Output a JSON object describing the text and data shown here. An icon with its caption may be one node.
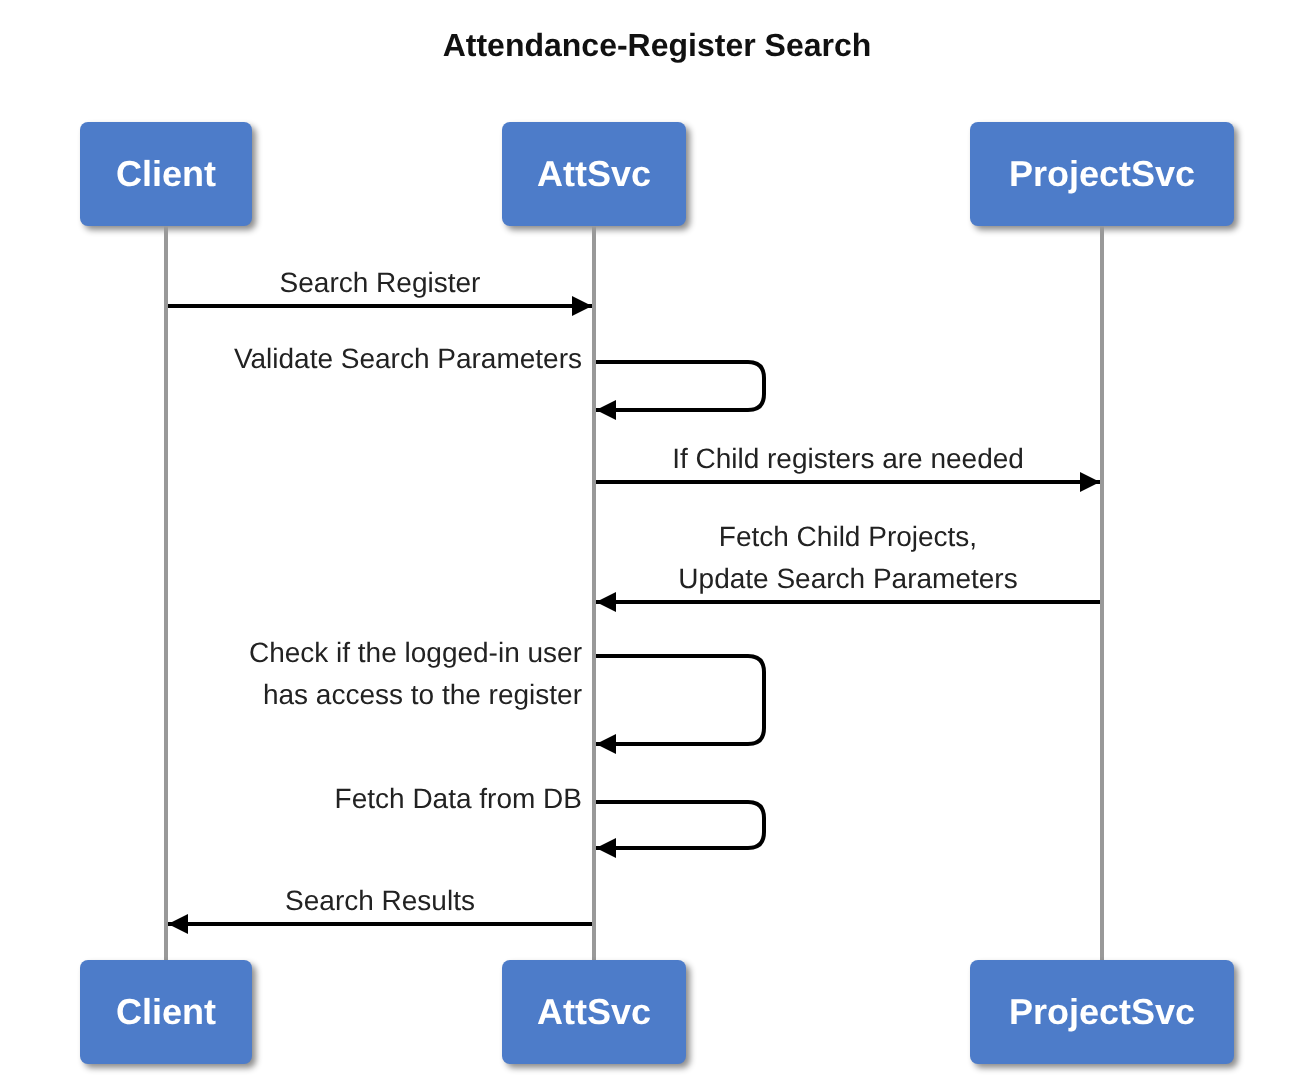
{
  "diagram": {
    "title": "Attendance-Register Search",
    "nodes": [
      {
        "text": [
          "Client"
        ]
      },
      {
        "text": [
          "AttSvc"
        ]
      },
      {
        "text": [
          "ProjectSvc"
        ]
      },
      {
        "text": [],
        "shape": "bar"
      },
      {
        "text": [],
        "shape": "bar"
      },
      {
        "text": [],
        "shape": "bar"
      },
      {
        "text": [
          "Client"
        ]
      },
      {
        "text": [
          "AttSvc"
        ]
      },
      {
        "text": [
          "ProjectSvc"
        ]
      }
    ],
    "edges": [
      {
        "from": 3,
        "to": 4,
        "arrow": "to",
        "label": "Search Register"
      },
      {
        "from": 4,
        "to": 4,
        "arrow": "to",
        "label": "Validate Search Parameters"
      },
      {
        "from": 4,
        "to": 5,
        "arrow": "to",
        "label": "If Child registers are needed"
      },
      {
        "from": 5,
        "to": 4,
        "arrow": "to",
        "label": "Fetch Child Projects, Update Search Parameters"
      },
      {
        "from": 4,
        "to": 4,
        "arrow": "to",
        "label": "Check if the logged-in user has access to the register"
      },
      {
        "from": 4,
        "to": 4,
        "arrow": "to",
        "label": "Fetch Data from DB"
      },
      {
        "from": 4,
        "to": 3,
        "arrow": "to",
        "label": "Search Results"
      }
    ]
  }
}
